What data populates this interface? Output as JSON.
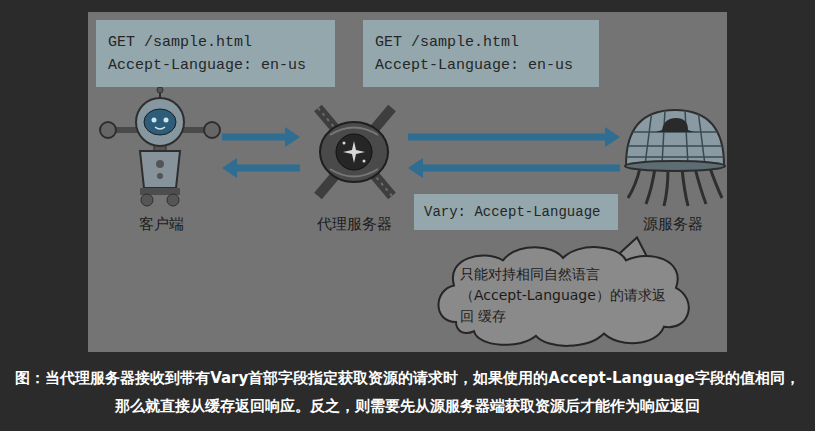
{
  "diagram": {
    "caption": "图：当代理服务器接收到带有Vary首部字段指定获取资源的请求时，如果使用的Accept-Language字段的值相同，那么就直接从缓存返回响应。反之，则需要先从源服务器端获取资源后才能作为响应返回",
    "nodes": [
      {
        "text": [
          "GET /sample.html",
          "Accept-Language: en-us"
        ]
      },
      {
        "text": [
          "GET /sample.html",
          "Accept-Language: en-us"
        ]
      },
      {
        "text": [
          "客户端"
        ]
      },
      {
        "text": [
          "代理服务器"
        ]
      },
      {
        "text": [
          "源服务器"
        ]
      },
      {
        "text": [
          "Vary: Accept-Language"
        ]
      },
      {
        "text": [
          "只能对持相同自然语言 （Accept-Language）的请求返回 缓存"
        ]
      }
    ],
    "edges": [
      {
        "from": 2,
        "to": 3,
        "arrow": "to"
      },
      {
        "from": 3,
        "to": 2,
        "arrow": "to"
      },
      {
        "from": 3,
        "to": 4,
        "arrow": "to"
      },
      {
        "from": 4,
        "to": 3,
        "arrow": "to"
      }
    ]
  }
}
